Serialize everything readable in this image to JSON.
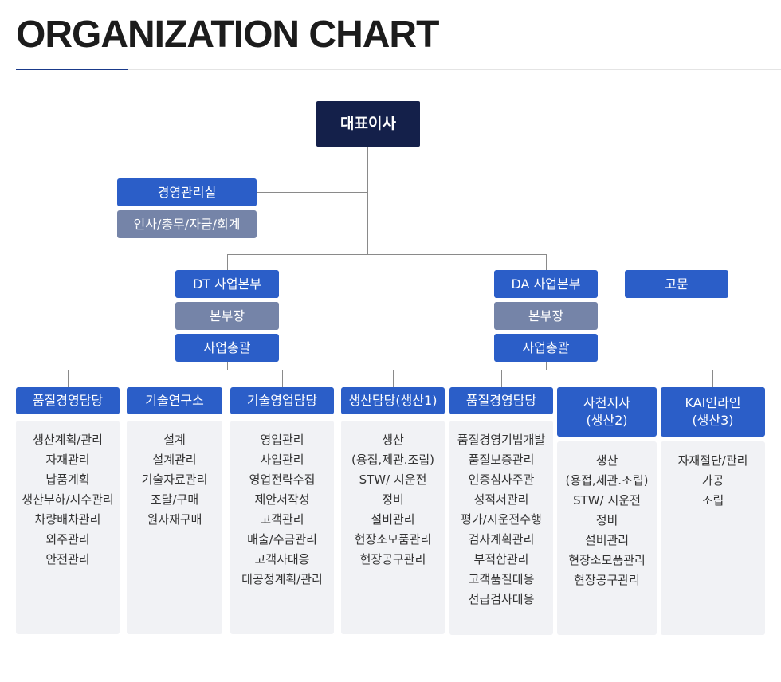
{
  "title": "ORGANIZATION CHART",
  "colors": {
    "ceo": "#14204a",
    "primary": "#2b5ec8",
    "secondary": "#7584a8",
    "panel": "#f1f2f5",
    "line": "#8a8a8a"
  },
  "ceo": "대표이사",
  "management": {
    "label": "경영관리실",
    "sub": "인사/총무/자금/회계"
  },
  "dt": {
    "label": "DT 사업본부",
    "head": "본부장",
    "general": "사업총괄"
  },
  "da": {
    "label": "DA 사업본부",
    "head": "본부장",
    "general": "사업총괄",
    "advisor": "고문"
  },
  "dt_depts": [
    {
      "title": "품질경영담당",
      "items": [
        "생산계획/관리",
        "자재관리",
        "납품계획",
        "생산부하/시수관리",
        "차량배차관리",
        "외주관리",
        "안전관리"
      ]
    },
    {
      "title": "기술연구소",
      "items": [
        "설계",
        "설계관리",
        "기술자료관리",
        "조달/구매",
        "원자재구매"
      ]
    },
    {
      "title": "기술영업담당",
      "items": [
        "영업관리",
        "사업관리",
        "영업전략수집",
        "제안서작성",
        "고객관리",
        "매출/수금관리",
        "고객사대응",
        "대공정계획/관리"
      ]
    },
    {
      "title": "생산담당(생산1)",
      "items": [
        "생산",
        "(용접,제관.조립)",
        "STW/ 시운전",
        "정비",
        "설비관리",
        "현장소모품관리",
        "현장공구관리"
      ]
    }
  ],
  "da_depts": [
    {
      "title": "품질경영담당",
      "items": [
        "품질경영기법개발",
        "품질보증관리",
        "인증심사주관",
        "성적서관리",
        "평가/시운전수행",
        "검사계획관리",
        "부적합관리",
        "고객품질대응",
        "선급검사대응"
      ]
    },
    {
      "title": "사천지사\n(생산2)",
      "items": [
        "생산",
        "(용접,제관.조립)",
        "STW/ 시운전",
        "정비",
        "설비관리",
        "현장소모품관리",
        "현장공구관리"
      ]
    },
    {
      "title": "KAI인라인\n(생산3)",
      "items": [
        "자재절단/관리",
        "가공",
        "조립"
      ]
    }
  ]
}
